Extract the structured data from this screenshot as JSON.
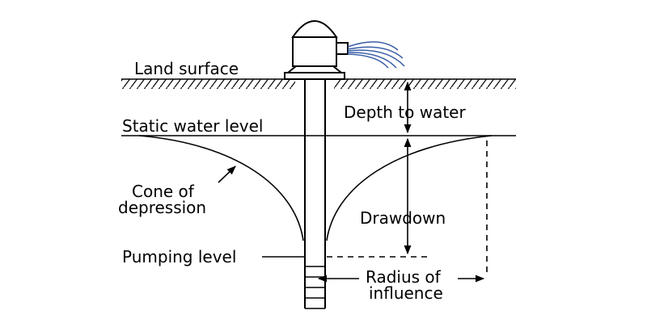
{
  "labels": {
    "land_surface": "Land surface",
    "depth_to_water": "Depth to water",
    "static_water_level": "Static water level",
    "cone_of_depression_line1": "Cone of",
    "cone_of_depression_line2": "depression",
    "drawdown": "Drawdown",
    "pumping_level": "Pumping level",
    "radius_of_influence_line1": "Radius of",
    "radius_of_influence_line2": "influence"
  },
  "colors": {
    "lines": "#000000",
    "water_spray": "#3b5fa8",
    "background": "#ffffff"
  }
}
